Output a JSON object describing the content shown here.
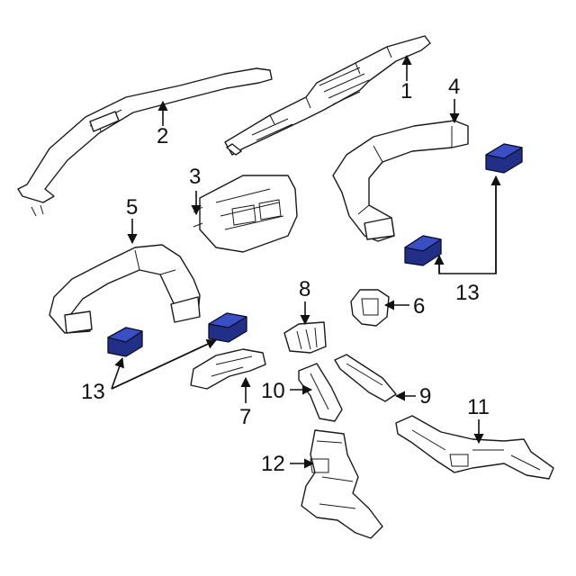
{
  "diagram": {
    "colors": {
      "line": "#1a1a1a",
      "highlight": "#3b4fc4",
      "highlight_dark": "#222f86",
      "background": "#ffffff"
    },
    "callouts": {
      "c1": "1",
      "c2": "2",
      "c3": "3",
      "c4": "4",
      "c5": "5",
      "c6": "6",
      "c7": "7",
      "c8": "8",
      "c9": "9",
      "c10": "10",
      "c11": "11",
      "c12": "12",
      "c13_right": "13",
      "c13_left": "13"
    }
  }
}
